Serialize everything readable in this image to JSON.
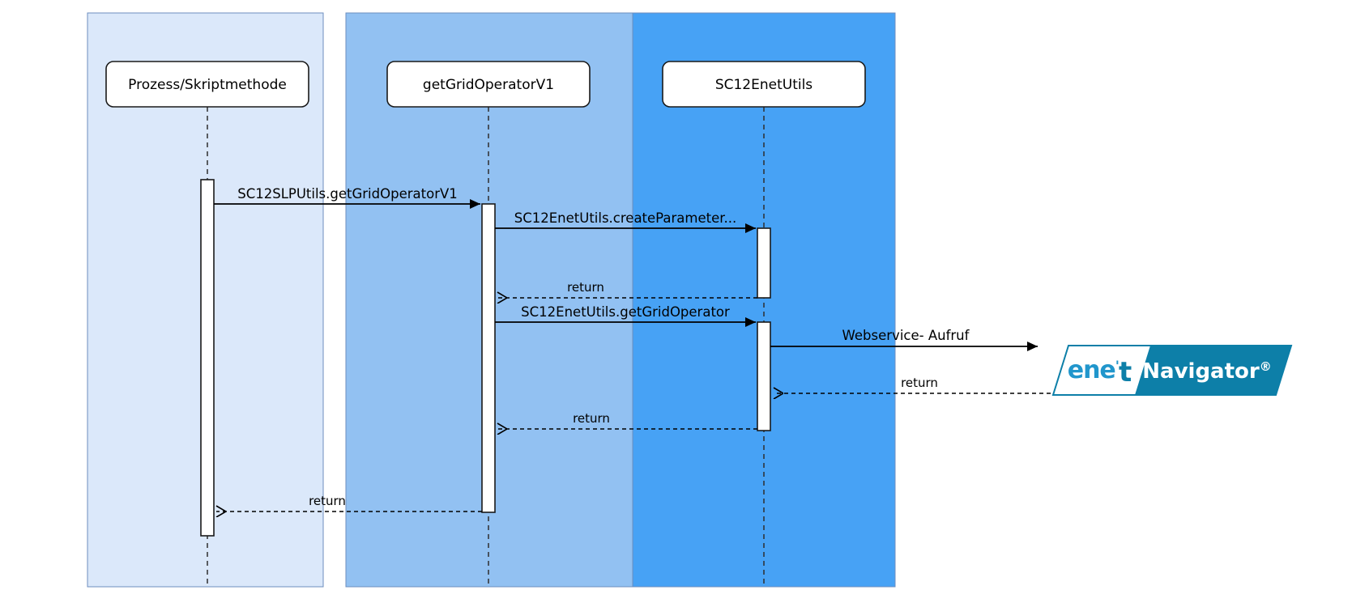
{
  "diagram": {
    "type": "sequence",
    "participants": [
      {
        "label": "Prozess/Skriptmethode"
      },
      {
        "label": "getGridOperatorV1"
      },
      {
        "label": "SC12EnetUtils"
      }
    ],
    "messages": [
      {
        "label": "SC12SLPUtils.getGridOperatorV1",
        "kind": "call",
        "from": "Prozess/Skriptmethode",
        "to": "getGridOperatorV1"
      },
      {
        "label": "SC12EnetUtils.createParameter...",
        "kind": "call",
        "from": "getGridOperatorV1",
        "to": "SC12EnetUtils"
      },
      {
        "label": "return",
        "kind": "return",
        "from": "SC12EnetUtils",
        "to": "getGridOperatorV1"
      },
      {
        "label": "SC12EnetUtils.getGridOperator",
        "kind": "call",
        "from": "getGridOperatorV1",
        "to": "SC12EnetUtils"
      },
      {
        "label": "Webservice- Aufruf",
        "kind": "call",
        "from": "SC12EnetUtils",
        "to": "enet Navigator"
      },
      {
        "label": "return",
        "kind": "return",
        "from": "enet Navigator",
        "to": "SC12EnetUtils"
      },
      {
        "label": "return",
        "kind": "return",
        "from": "SC12EnetUtils",
        "to": "getGridOperatorV1"
      },
      {
        "label": "return",
        "kind": "return",
        "from": "getGridOperatorV1",
        "to": "Prozess/Skriptmethode"
      }
    ],
    "colors": {
      "lane1": "#dbe8fa",
      "lane2": "#92c1f2",
      "lane3": "#47a2f5",
      "lane_border": "#6c8ebf",
      "box_fill": "#ffffff",
      "line": "#000000"
    }
  },
  "logo": {
    "brand_text": "ene",
    "brand_tick": "'",
    "brand_t": "t",
    "product": "Navigator",
    "registered": "®",
    "teal": "#0d7fa8",
    "brand_blue": "#2196cc"
  }
}
